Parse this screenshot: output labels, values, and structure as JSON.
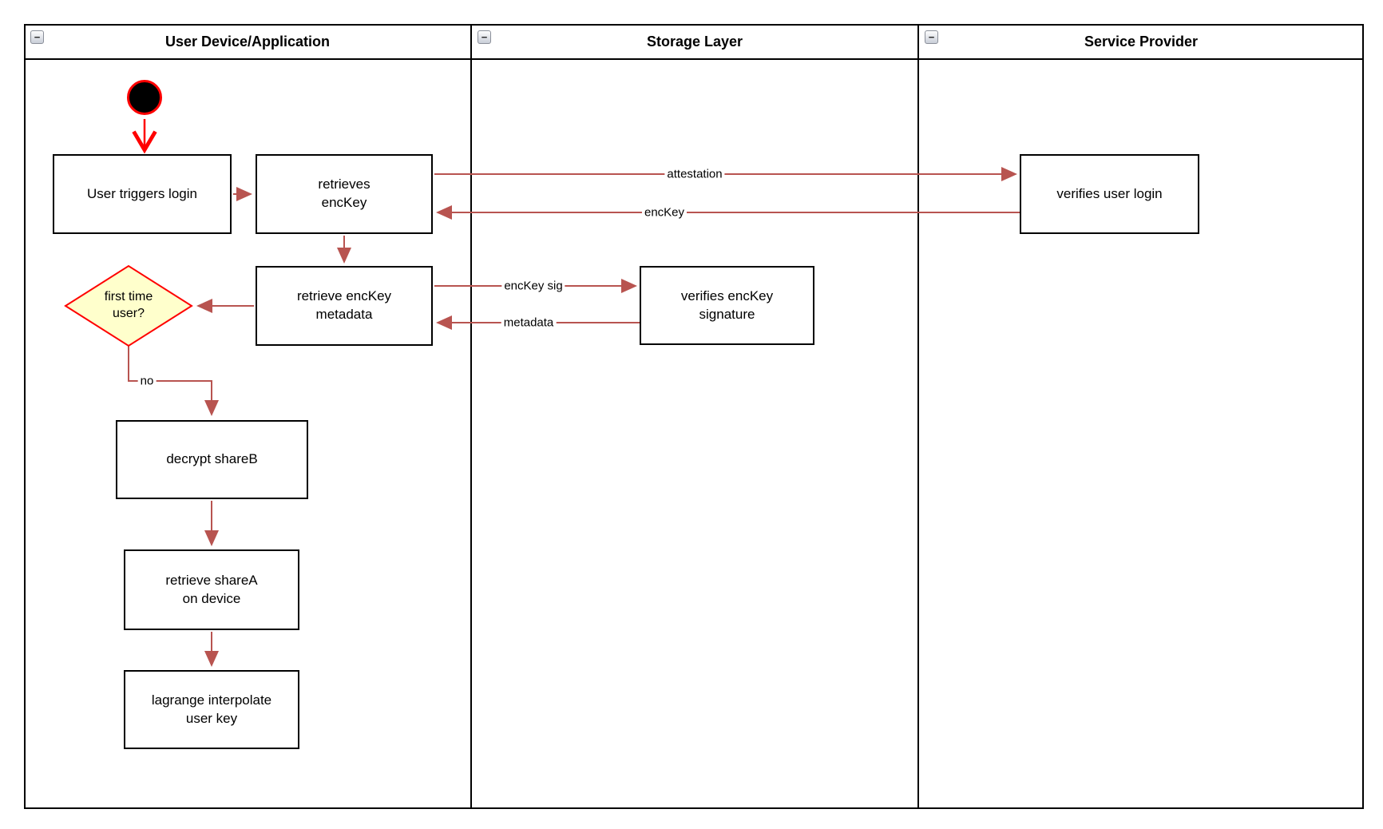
{
  "diagram": {
    "type": "uml-activity-swimlane-diagram",
    "lanes": [
      {
        "title": "User Device/Application"
      },
      {
        "title": "Storage Layer"
      },
      {
        "title": "Service Provider"
      }
    ],
    "collapse_button_glyph": "−",
    "nodes": {
      "user_triggers_login": "User triggers login",
      "retrieves_enckey": "retrieves\nencKey",
      "retrieve_enckey_metadata": "retrieve encKey\nmetadata",
      "first_time_user": "first time\nuser?",
      "decrypt_shareb": "decrypt shareB",
      "retrieve_sharea_on_device": "retrieve shareA\non device",
      "lagrange_interpolate_user_key": "lagrange interpolate\nuser key",
      "verifies_enckey_signature": "verifies encKey\nsignature",
      "verifies_user_login": "verifies user login"
    },
    "edge_labels": {
      "attestation": "attestation",
      "enckey": "encKey",
      "enckey_sig": "encKey sig",
      "metadata": "metadata",
      "no": "no"
    },
    "colors": {
      "edge_stroke": "#b85450",
      "start_arrow_stroke": "#ff0000",
      "start_node_fill": "#000000",
      "start_node_stroke": "#ff0000",
      "decision_fill": "#ffffcc",
      "decision_stroke": "#ff0000",
      "node_border": "#000000",
      "node_fill": "#ffffff",
      "lane_border": "#000000"
    }
  }
}
